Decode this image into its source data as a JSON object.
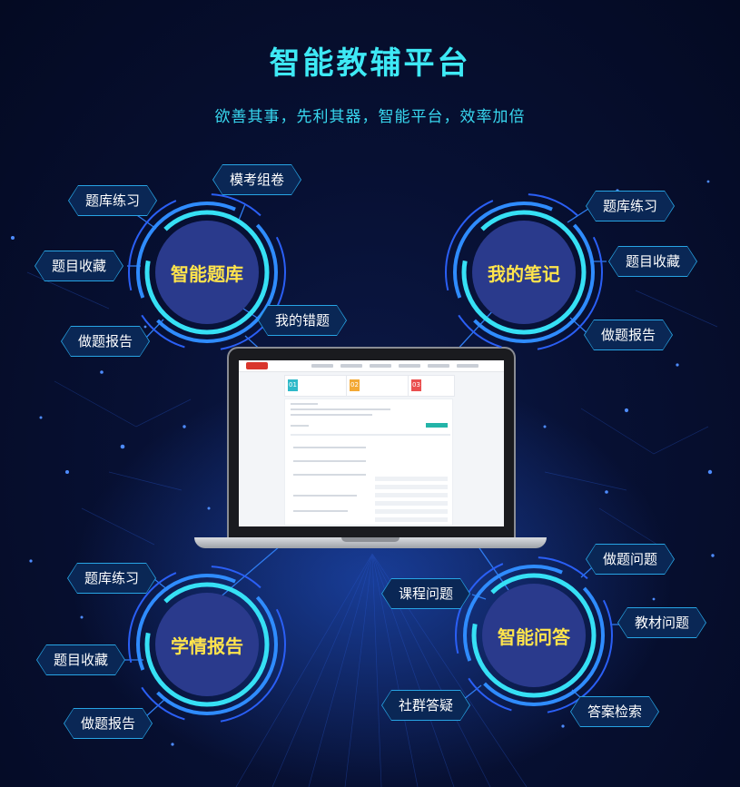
{
  "header": {
    "title": "智能教辅平台",
    "subtitle": "欲善其事，先利其器，智能平台，效率加倍"
  },
  "colors": {
    "accent_cyan": "#3ee9f5",
    "hub_label_yellow": "#ffe44c",
    "ring_blue": "#2a5ff5",
    "tag_border": "#27a4e4"
  },
  "hubs": {
    "question_bank": {
      "label": "智能题库",
      "tags": [
        "模考组卷",
        "题库练习",
        "题目收藏",
        "我的错题",
        "做题报告"
      ]
    },
    "notes": {
      "label": "我的笔记",
      "tags": [
        "题库练习",
        "题目收藏",
        "做题报告"
      ]
    },
    "report": {
      "label": "学情报告",
      "tags": [
        "题库练习",
        "题目收藏",
        "做题报告"
      ]
    },
    "qa": {
      "label": "智能问答",
      "tags": [
        "做题问题",
        "课程问题",
        "教材问题",
        "社群答疑",
        "答案检索"
      ]
    }
  },
  "screen_cards": [
    "01",
    "02",
    "03"
  ]
}
